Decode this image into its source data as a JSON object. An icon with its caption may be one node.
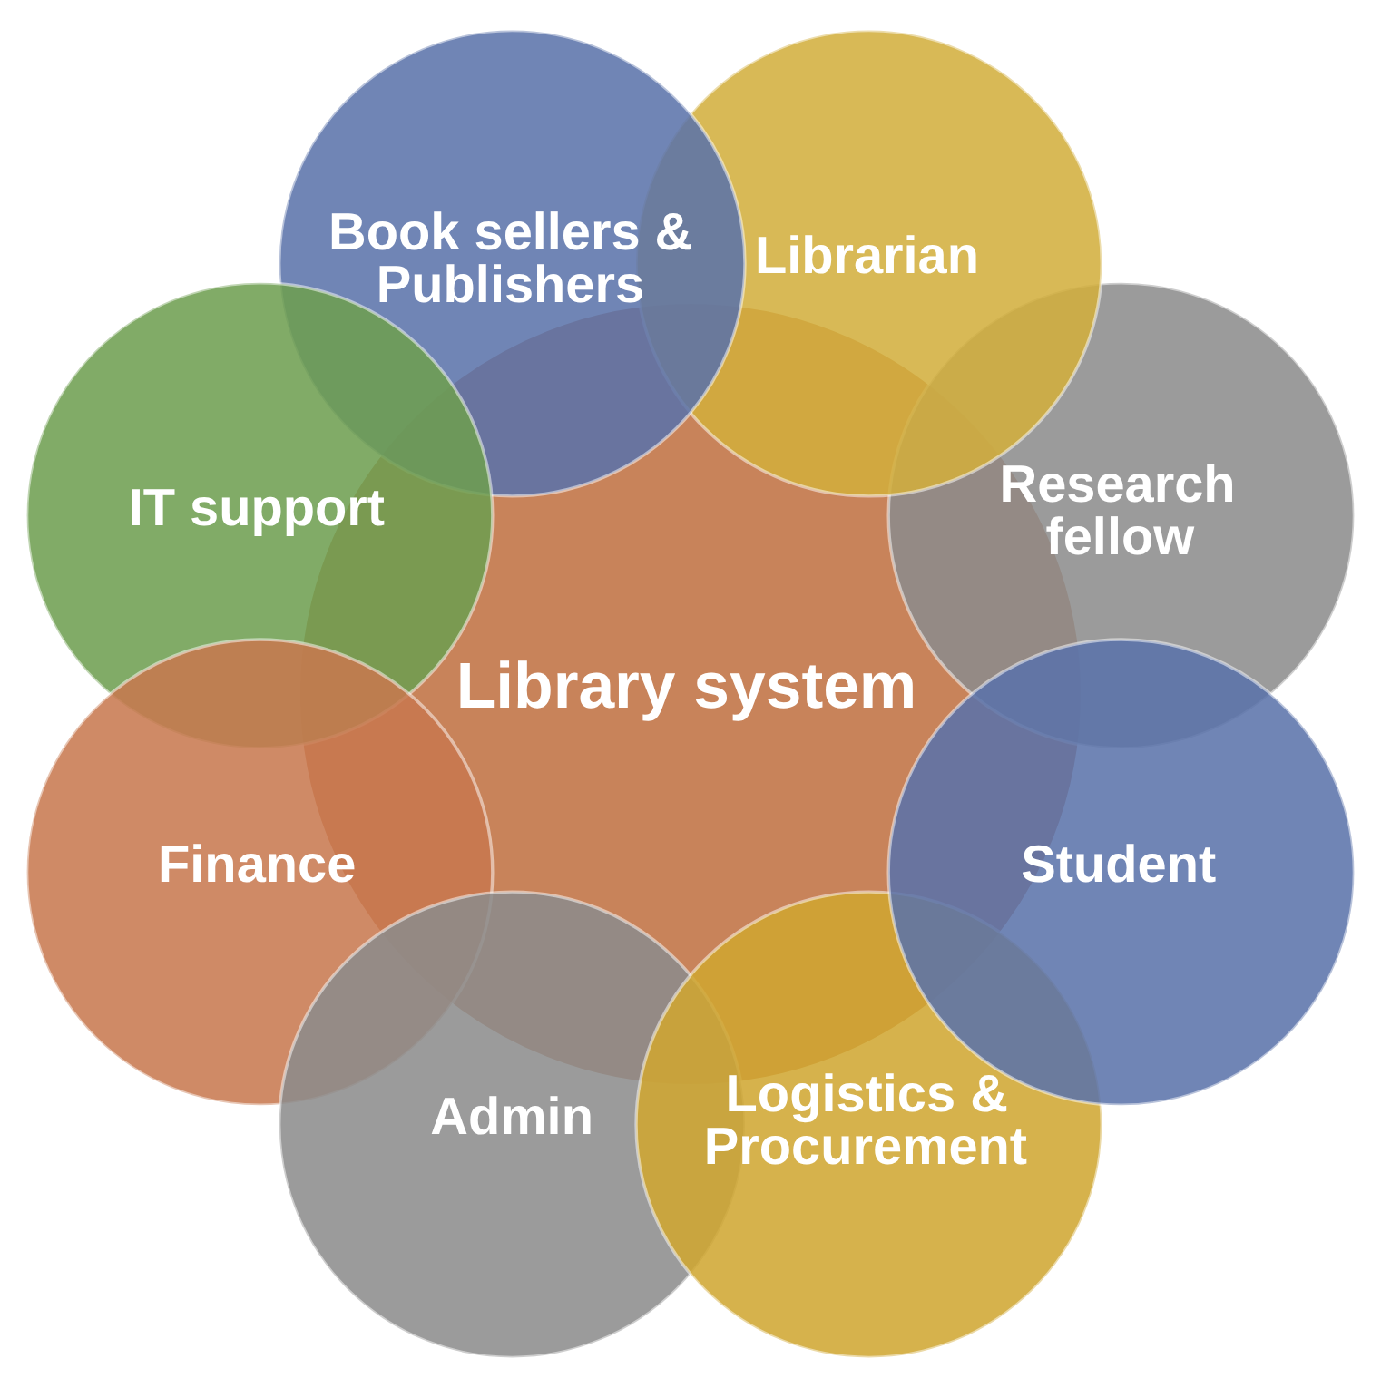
{
  "diagram": {
    "nodes": [
      {
        "text": [
          "Library system"
        ]
      },
      {
        "text": [
          "Research fellow"
        ]
      },
      {
        "text": [
          "Librarian"
        ]
      },
      {
        "text": [
          "Book sellers & Publishers"
        ]
      },
      {
        "text": [
          "IT support"
        ]
      },
      {
        "text": [
          "Finance"
        ]
      },
      {
        "text": [
          "Admin"
        ]
      },
      {
        "text": [
          "Logistics & Procurement"
        ]
      },
      {
        "text": [
          "Student"
        ]
      }
    ]
  }
}
